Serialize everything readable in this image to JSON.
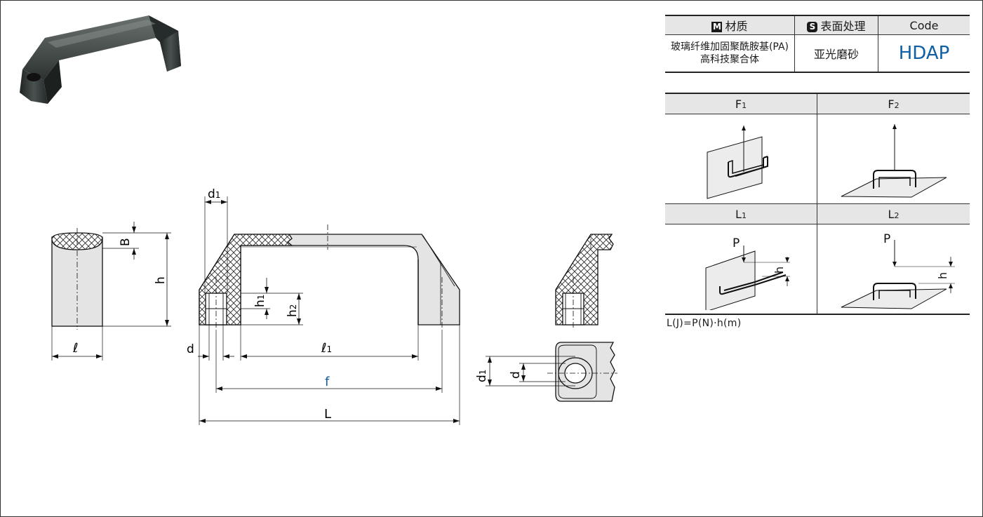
{
  "spec_table": {
    "headers": [
      {
        "badge": "M",
        "label": "材质"
      },
      {
        "badge": "S",
        "label": "表面处理"
      },
      {
        "badge": "",
        "label": "Code"
      }
    ],
    "material_line1": "玻璃纤维加固聚酰胺基(PA)",
    "material_line2": "高科技聚合体",
    "surface": "亚光磨砂",
    "code": "HDAP"
  },
  "load_table": {
    "f1": "F",
    "f1_sub": "1",
    "f2": "F",
    "f2_sub": "2",
    "l1": "L",
    "l1_sub": "1",
    "l2": "L",
    "l2_sub": "2",
    "p_label": "P",
    "h_label": "h"
  },
  "formula": "L(J)=P(N)·h(m)",
  "dims": {
    "l": "ℓ",
    "B": "B",
    "h": "h",
    "d1": "d",
    "d1_sub": "1",
    "h1": "h",
    "h1_sub": "1",
    "h2": "h",
    "h2_sub": "2",
    "d": "d",
    "l1": "ℓ",
    "l1_sub": "1",
    "f": "f",
    "L": "L"
  },
  "colors": {
    "accent": "#0f5fa5",
    "part_fill": "#e4e4e4",
    "header_bg": "#e6e6e6"
  }
}
